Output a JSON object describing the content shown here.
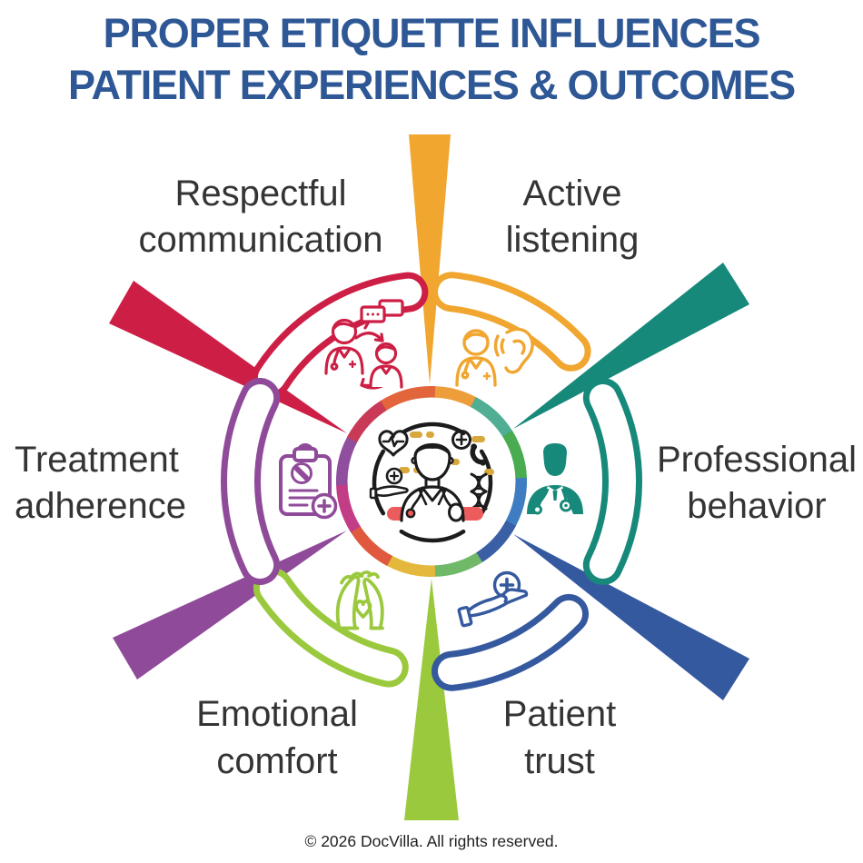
{
  "title": {
    "line1": "PROPER ETIQUETTE INFLUENCES",
    "line2": "PATIENT EXPERIENCES & OUTCOMES",
    "color": "#2E5795"
  },
  "center": {
    "description": "doctor with medical symbols inside multicolor ring",
    "ring_colors": [
      "#ED9E3B",
      "#4FAE94",
      "#49AC51",
      "#3F7DC2",
      "#3A5FA5",
      "#6FB968",
      "#E3B83C",
      "#E0593F",
      "#C23D86",
      "#8F4E9E",
      "#C93A57",
      "#E2653C"
    ],
    "line_color": "#1C1C1C",
    "bar_color": "#ED5C5C",
    "dash_color": "#D7A83B"
  },
  "categories": [
    {
      "label_line1": "Respectful",
      "label_line2": "communication",
      "color": "#CD1F45",
      "icon": "doctor-patient-conversation-icon",
      "position": "top-left"
    },
    {
      "label_line1": "Active",
      "label_line2": "listening",
      "color": "#F0A62F",
      "icon": "doctor-listening-ear-icon",
      "position": "top-right"
    },
    {
      "label_line1": "Professional",
      "label_line2": "behavior",
      "color": "#17897A",
      "icon": "doctor-silhouette-icon",
      "position": "right"
    },
    {
      "label_line1": "Patient",
      "label_line2": "trust",
      "color": "#35599F",
      "icon": "hand-holding-medical-cross-icon",
      "position": "bottom-right"
    },
    {
      "label_line1": "Emotional",
      "label_line2": "comfort",
      "color": "#9BC93E",
      "icon": "caring-hands-heart-icon",
      "position": "bottom-left"
    },
    {
      "label_line1": "Treatment",
      "label_line2": "adherence",
      "color": "#8F4B99",
      "icon": "clipboard-medication-icon",
      "position": "left"
    }
  ],
  "footer": {
    "text": "© 2026 DocVilla. All rights reserved."
  }
}
